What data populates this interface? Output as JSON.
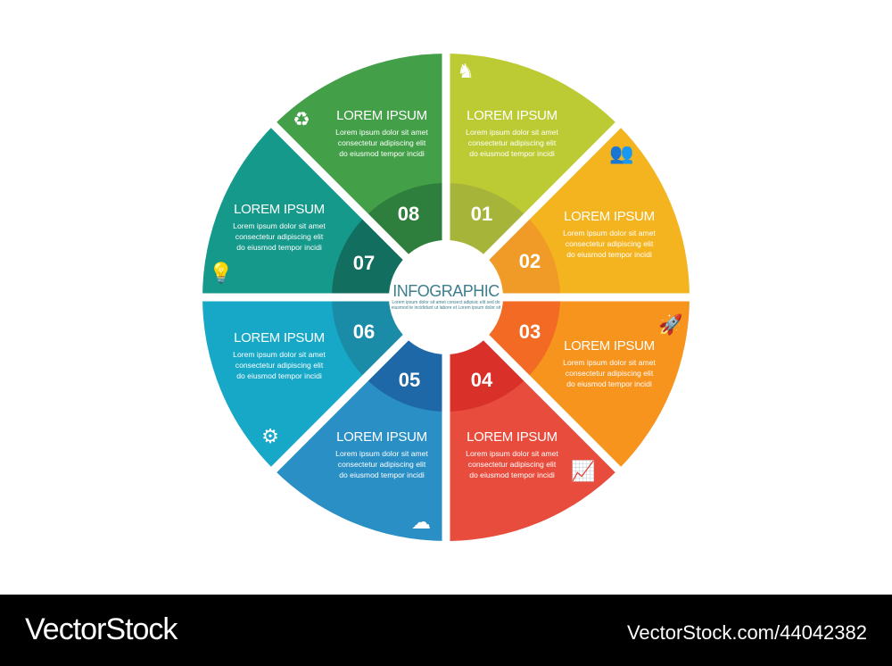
{
  "center": {
    "title": "INFOGRAPHIC",
    "subtitle_1": "Lorem ipsum dolor sit amet consect adipisic elit sed do",
    "subtitle_2": "eiusmod te incididunt ut labore et Lorem ipsum dolor sit"
  },
  "segments": [
    {
      "number": "01",
      "title": "LOREM IPSUM",
      "lines": [
        "Lorem ipsum dolor sit amet",
        "consectetur adipiscing elit",
        "do eiusmod tempor incidi"
      ],
      "icon": "chess-knight-icon",
      "color": "#bccb33",
      "inner_color": "#a7b43a"
    },
    {
      "number": "02",
      "title": "LOREM IPSUM",
      "lines": [
        "Lorem ipsum dolor sit amet",
        "consectetur adipiscing elit",
        "do eiusmod tempor incidi"
      ],
      "icon": "people-icon",
      "color": "#f4b41f",
      "inner_color": "#f09a28"
    },
    {
      "number": "03",
      "title": "LOREM IPSUM",
      "lines": [
        "Lorem ipsum dolor sit amet",
        "consectetur adipiscing elit",
        "do eiusmod tempor incidi"
      ],
      "icon": "rocket-icon",
      "color": "#f7941d",
      "inner_color": "#f26a24"
    },
    {
      "number": "04",
      "title": "LOREM IPSUM",
      "lines": [
        "Lorem ipsum dolor sit amet",
        "consectetur adipiscing elit",
        "do eiusmod tempor incidi"
      ],
      "icon": "bar-chart-icon",
      "color": "#e84c3d",
      "inner_color": "#d9302a"
    },
    {
      "number": "05",
      "title": "LOREM IPSUM",
      "lines": [
        "Lorem ipsum dolor sit amet",
        "consectetur adipiscing elit",
        "do eiusmod tempor incidi"
      ],
      "icon": "cloud-icon",
      "color": "#2a8fc5",
      "inner_color": "#1f68a8"
    },
    {
      "number": "06",
      "title": "LOREM IPSUM",
      "lines": [
        "Lorem ipsum dolor sit amet",
        "consectetur adipiscing elit",
        "do eiusmod tempor incidi"
      ],
      "icon": "gear-icon",
      "color": "#17a8c8",
      "inner_color": "#1a8ca8"
    },
    {
      "number": "07",
      "title": "LOREM IPSUM",
      "lines": [
        "Lorem ipsum dolor sit amet",
        "consectetur adipiscing elit",
        "do eiusmod tempor incidi"
      ],
      "icon": "lightbulb-icon",
      "color": "#15998a",
      "inner_color": "#126e5e"
    },
    {
      "number": "08",
      "title": "LOREM IPSUM",
      "lines": [
        "Lorem ipsum dolor sit amet",
        "consectetur adipiscing elit",
        "do eiusmod tempor incidi"
      ],
      "icon": "recycle-icon",
      "color": "#43a048",
      "inner_color": "#2e7f3e"
    }
  ],
  "footer": {
    "brand": "VectorStock",
    "reference": "VectorStock.com/44042382"
  }
}
